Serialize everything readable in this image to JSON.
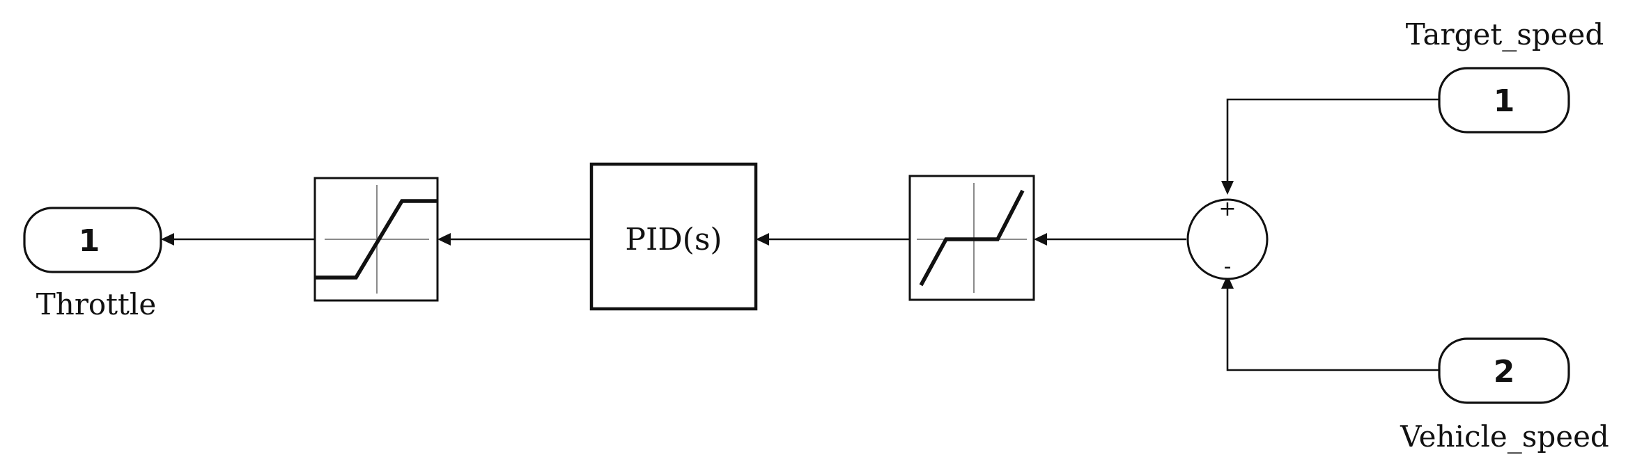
{
  "inports": [
    {
      "number": "1",
      "label": "Target_speed"
    },
    {
      "number": "2",
      "label": "Vehicle_speed"
    }
  ],
  "outport": {
    "number": "1",
    "label": "Throttle"
  },
  "sum_block": {
    "plus_sign": "+",
    "minus_sign": "-"
  },
  "controller": {
    "label": "PID(s)"
  },
  "blocks": {
    "dead_zone": {
      "icon": "dead-zone-icon"
    },
    "saturation": {
      "icon": "saturation-icon"
    }
  }
}
